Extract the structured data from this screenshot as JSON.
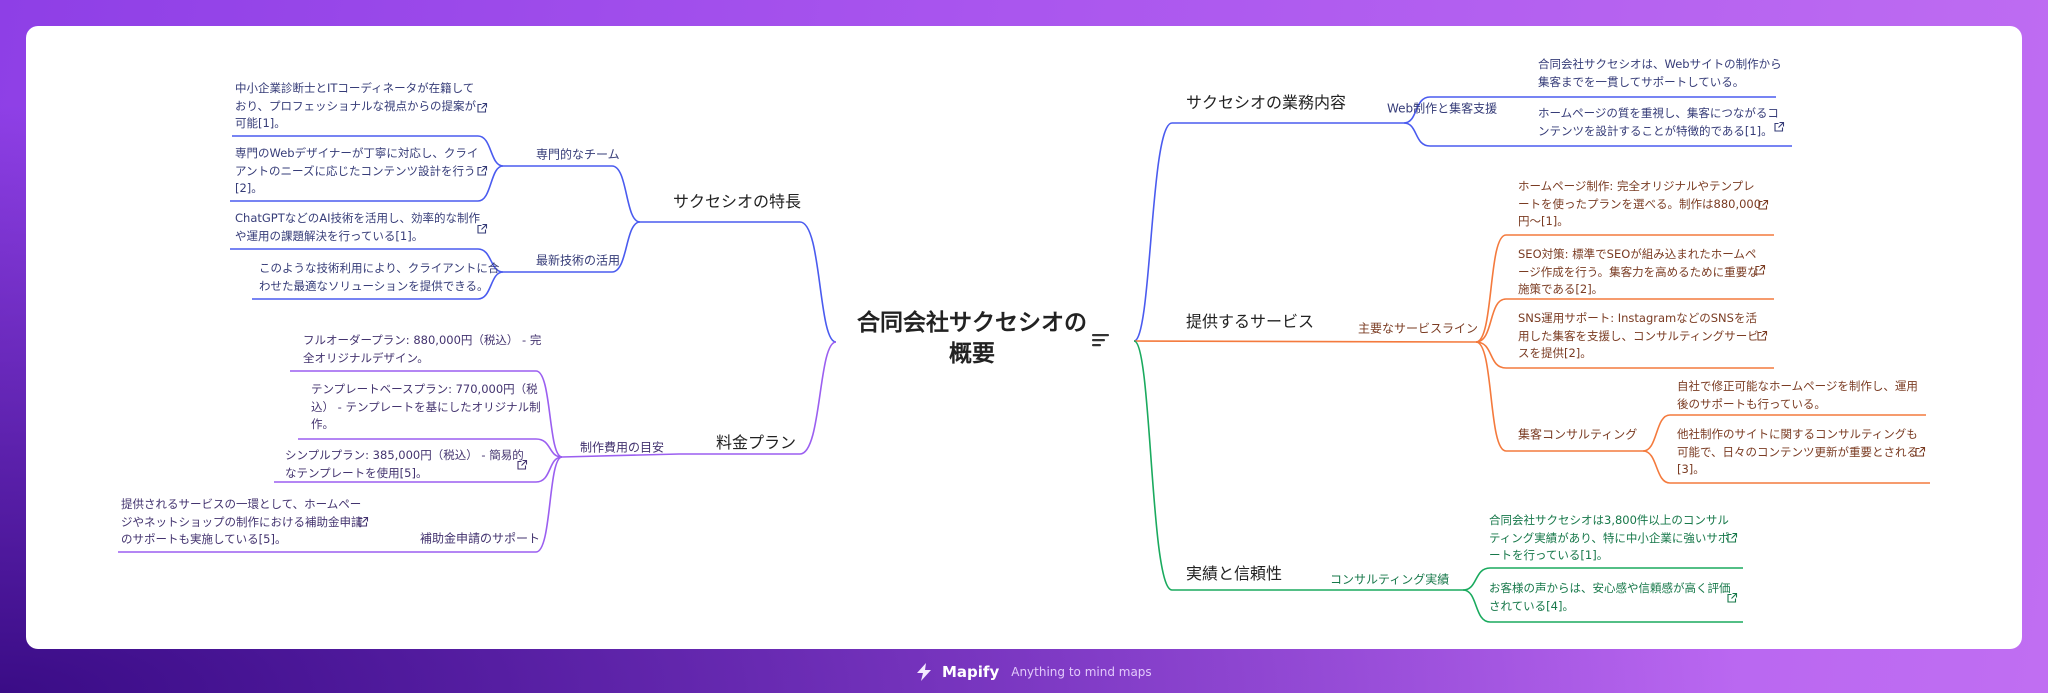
{
  "root": {
    "title_lines": [
      "合同会社サクセシオの",
      "概要"
    ]
  },
  "colors": {
    "blue": "#4a5bef",
    "orange": "#f47a3d",
    "green": "#1aaa5e",
    "purple": "#9b5ff0"
  },
  "right": {
    "business": {
      "label": "サクセシオの業務内容",
      "sub": "Web制作と集客支援",
      "items": [
        {
          "lines": [
            "合同会社サクセシオは、Webサイトの制作から",
            "集客までを一貫してサポートしている。"
          ]
        },
        {
          "lines": [
            "ホームページの質を重視し、集客につながるコ",
            "ンテンツを設計することが特徴的である[1]。"
          ]
        }
      ]
    },
    "services": {
      "label": "提供するサービス",
      "sub": "主要なサービスライン",
      "items": [
        {
          "lines": [
            "ホームページ制作: 完全オリジナルやテンプレ",
            "ートを使ったプランを選べる。制作は880,000",
            "円〜[1]。"
          ]
        },
        {
          "lines": [
            "SEO対策: 標準でSEOが組み込まれたホームペ",
            "ージ作成を行う。集客力を高めるために重要な",
            "施策である[2]。"
          ]
        },
        {
          "lines": [
            "SNS運用サポート: InstagramなどのSNSを活",
            "用した集客を支援し、コンサルティングサービ",
            "スを提供[2]。"
          ]
        }
      ],
      "consulting": {
        "label": "集客コンサルティング",
        "items": [
          {
            "lines": [
              "自社で修正可能なホームページを制作し、運用",
              "後のサポートも行っている。"
            ]
          },
          {
            "lines": [
              "他社制作のサイトに関するコンサルティングも",
              "可能で、日々のコンテンツ更新が重要とされる",
              "[3]。"
            ]
          }
        ]
      }
    },
    "trust": {
      "label": "実績と信頼性",
      "sub": "コンサルティング実績",
      "items": [
        {
          "lines": [
            "合同会社サクセシオは3,800件以上のコンサル",
            "ティング実績があり、特に中小企業に強いサポ",
            "ートを行っている[1]。"
          ]
        },
        {
          "lines": [
            "お客様の声からは、安心感や信頼感が高く評価",
            "されている[4]。"
          ]
        }
      ]
    }
  },
  "left": {
    "features": {
      "label": "サクセシオの特長",
      "team": {
        "label": "専門的なチーム",
        "items": [
          {
            "lines": [
              "中小企業診断士とITコーディネータが在籍して",
              "おり、プロフェッショナルな視点からの提案が",
              "可能[1]。"
            ]
          },
          {
            "lines": [
              "専門のWebデザイナーが丁寧に対応し、クライ",
              "アントのニーズに応じたコンテンツ設計を行う",
              "[2]。"
            ]
          }
        ]
      },
      "tech": {
        "label": "最新技術の活用",
        "items": [
          {
            "lines": [
              "ChatGPTなどのAI技術を活用し、効率的な制作",
              "や運用の課題解決を行っている[1]。"
            ]
          },
          {
            "lines": [
              "このような技術利用により、クライアントに合",
              "わせた最適なソリューションを提供できる。"
            ]
          }
        ]
      }
    },
    "pricing": {
      "label": "料金プラン",
      "cost": {
        "label": "制作費用の目安",
        "items": [
          {
            "lines": [
              "フルオーダープラン: 880,000円（税込） - 完",
              "全オリジナルデザイン。"
            ]
          },
          {
            "lines": [
              "テンプレートベースプラン: 770,000円（税",
              "込） - テンプレートを基にしたオリジナル制",
              "作。"
            ]
          },
          {
            "lines": [
              "シンプルプラン: 385,000円（税込） - 簡易的",
              "なテンプレートを使用[5]。"
            ]
          }
        ]
      },
      "subsidy": {
        "label": "補助金申請のサポート",
        "items": [
          {
            "lines": [
              "提供されるサービスの一環として、ホームペー",
              "ジやネットショップの制作における補助金申請",
              "のサポートも実施している[5]。"
            ]
          }
        ]
      }
    }
  },
  "footer": {
    "brand": "Mapify",
    "tagline": "Anything to mind maps"
  }
}
